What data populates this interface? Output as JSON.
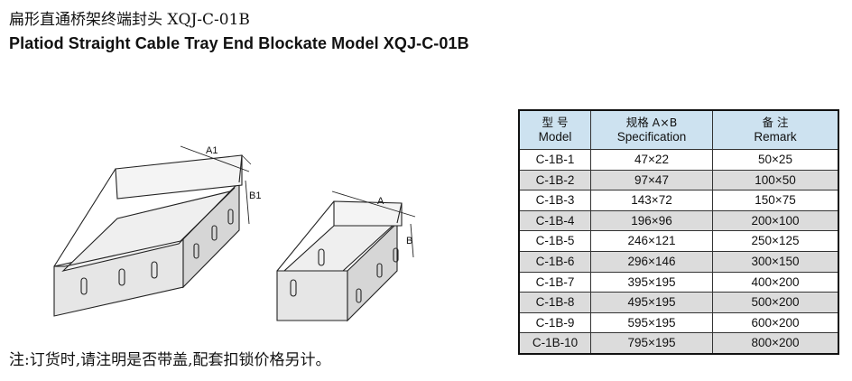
{
  "title_cn": "扁形直通桥架终端封头 XQJ-C-01B",
  "title_en": "Platiod Straight Cable Tray End Blockate Model XQJ-C-01B",
  "drawing": {
    "large_labels": {
      "width": "A1",
      "height": "B1"
    },
    "small_labels": {
      "width": "A",
      "height": "B"
    }
  },
  "table": {
    "headers": [
      {
        "cn": "型  号",
        "en": "Model"
      },
      {
        "cn": "规格 A×B",
        "en": "Specification"
      },
      {
        "cn": "备  注",
        "en": "Remark"
      }
    ],
    "rows": [
      {
        "model": "C-1B-1",
        "spec": "47×22",
        "remark": "50×25"
      },
      {
        "model": "C-1B-2",
        "spec": "97×47",
        "remark": "100×50"
      },
      {
        "model": "C-1B-3",
        "spec": "143×72",
        "remark": "150×75"
      },
      {
        "model": "C-1B-4",
        "spec": "196×96",
        "remark": "200×100"
      },
      {
        "model": "C-1B-5",
        "spec": "246×121",
        "remark": "250×125"
      },
      {
        "model": "C-1B-6",
        "spec": "296×146",
        "remark": "300×150"
      },
      {
        "model": "C-1B-7",
        "spec": "395×195",
        "remark": "400×200"
      },
      {
        "model": "C-1B-8",
        "spec": "495×195",
        "remark": "500×200"
      },
      {
        "model": "C-1B-9",
        "spec": "595×195",
        "remark": "600×200"
      },
      {
        "model": "C-1B-10",
        "spec": "795×195",
        "remark": "800×200"
      }
    ]
  },
  "note": "注:订货时,请注明是否带盖,配套扣锁价格另计。"
}
